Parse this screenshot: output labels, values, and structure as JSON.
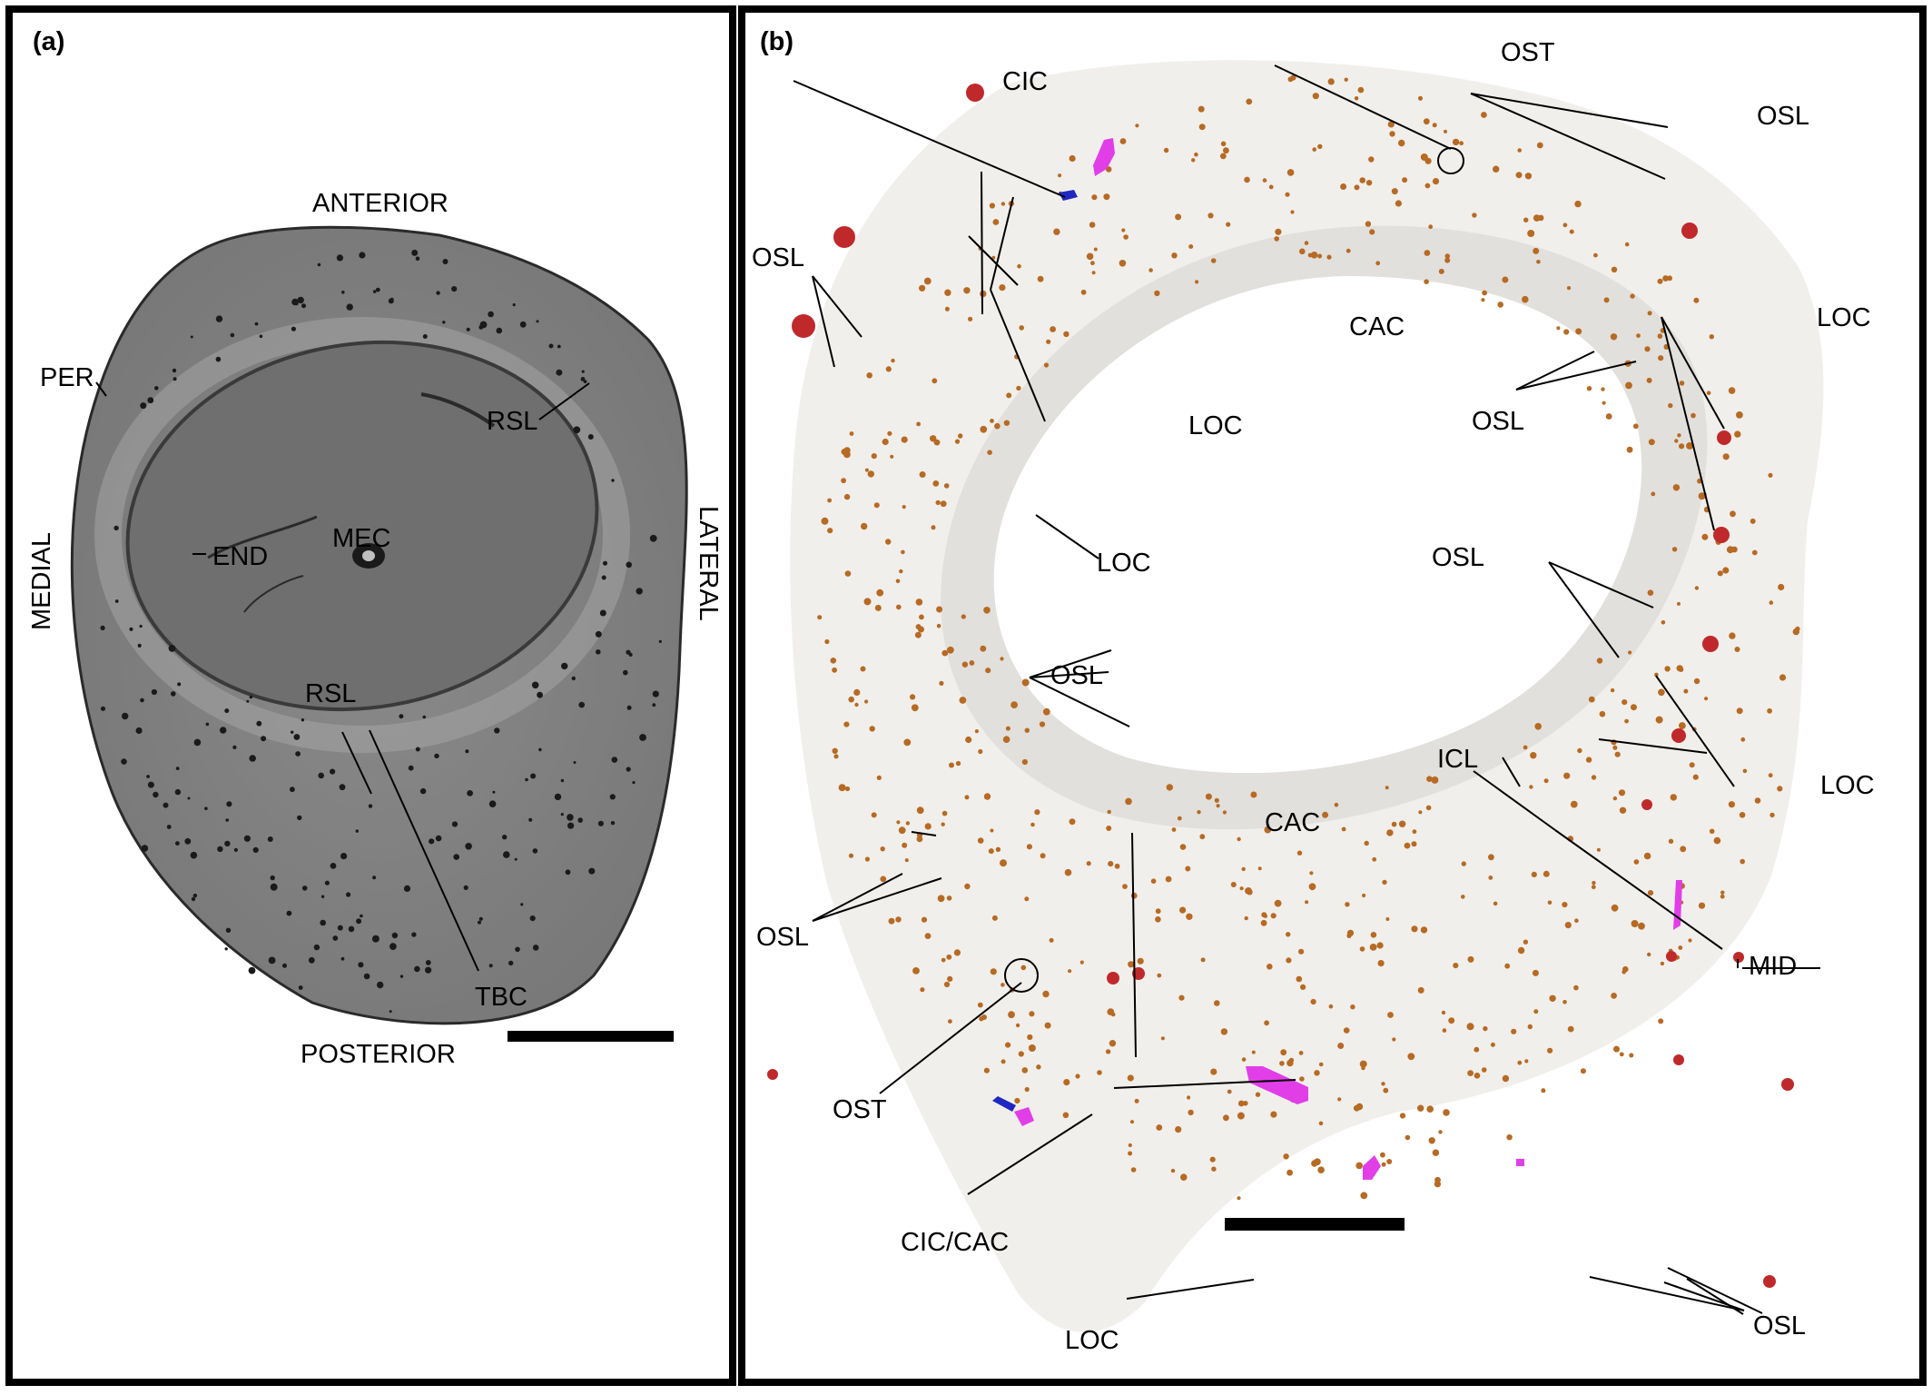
{
  "panels": {
    "a": {
      "label": "(a)",
      "orientation": {
        "anterior": "ANTERIOR",
        "posterior": "POSTERIOR",
        "medial": "MEDIAL",
        "lateral": "LATERAL"
      },
      "annotations": {
        "per": "PER",
        "rsl_top": "RSL",
        "end": "END",
        "mec": "MEC",
        "rsl_bottom": "RSL",
        "tbc": "TBC"
      },
      "colors": {
        "bone": "#7e7e7e",
        "pores": "#1a1a1a"
      }
    },
    "b": {
      "label": "(b)",
      "annotations": {
        "cic": "CIC",
        "ost_top": "OST",
        "osl_top_right": "OSL",
        "osl_upper_left": "OSL",
        "cac_top": "CAC",
        "loc_top": "LOC",
        "loc_right_top": "LOC",
        "osl_inner_right": "OSL",
        "loc_left": "LOC",
        "osl_mid_right": "OSL",
        "osl_inner_left": "OSL",
        "icl": "ICL",
        "cac_bottom": "CAC",
        "loc_right_bottom": "LOC",
        "osl_lower_left": "OSL",
        "mid": "MID",
        "ost_bottom": "OST",
        "cic_cac": "CIC/CAC",
        "loc_bottom": "LOC",
        "osl_bottom": "OSL"
      },
      "colors": {
        "bone": "#f1efeb",
        "inner_ring": "#e2e0dc",
        "osteocyte_lacunae": "#b66a24",
        "large_osteocyte_cavities": "#c0292b",
        "canal_cavities": "#e23ee8",
        "canal_interconnections": "#1f28c0"
      }
    }
  }
}
